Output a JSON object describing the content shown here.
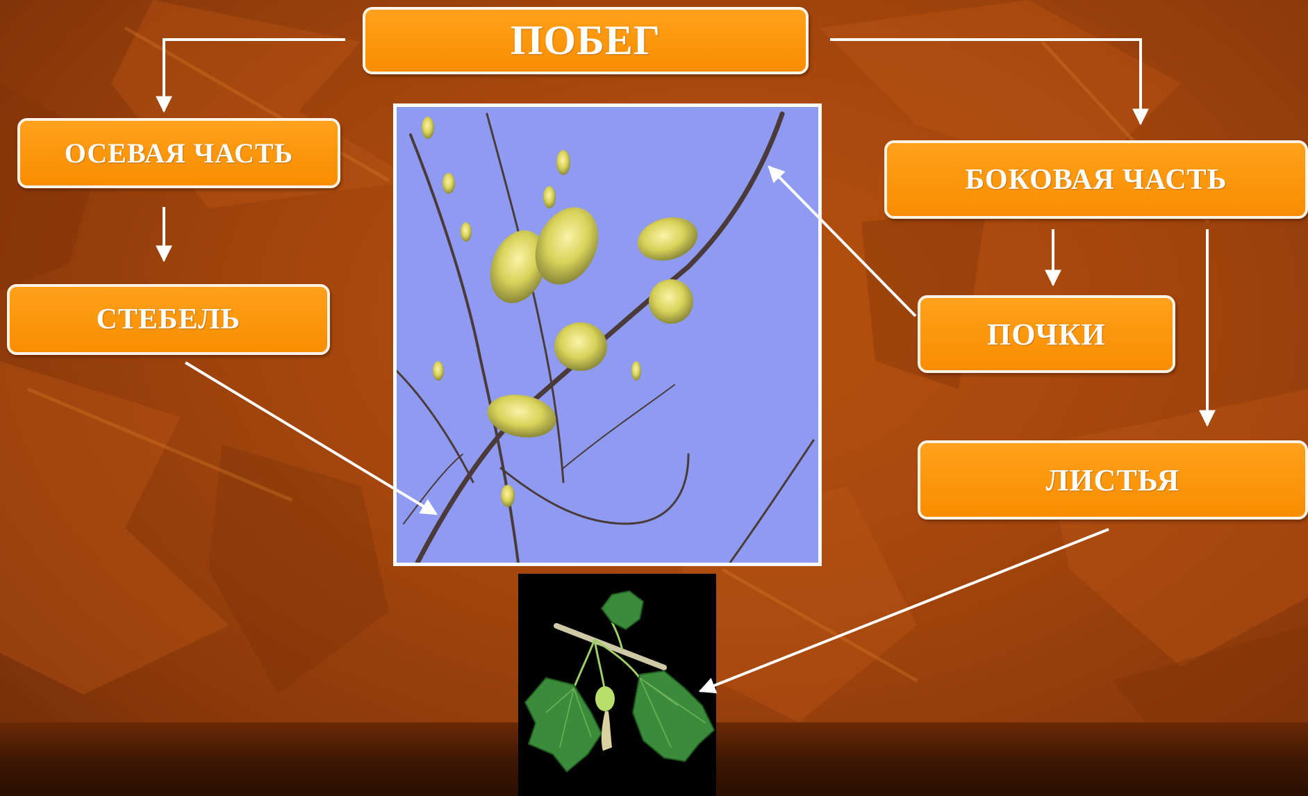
{
  "diagram": {
    "root": {
      "label": "ПОБЕГ"
    },
    "axial_part": {
      "label": "ОСЕВАЯ ЧАСТЬ"
    },
    "stem": {
      "label": "СТЕБЕЛЬ"
    },
    "lateral_part": {
      "label": "БОКОВАЯ ЧАСТЬ"
    },
    "buds": {
      "label": "ПОЧКИ"
    },
    "leaves": {
      "label": "ЛИСТЬЯ"
    }
  },
  "images": {
    "main_photo": "willow-branch-with-catkins",
    "secondary_photo": "gooseberry-sprig-with-leaves"
  },
  "colors": {
    "box_fill": "#f98d00",
    "box_border": "#fff3e6",
    "background": "#a5470d",
    "arrow": "#ffffff",
    "sky": "#8f9bf0"
  }
}
